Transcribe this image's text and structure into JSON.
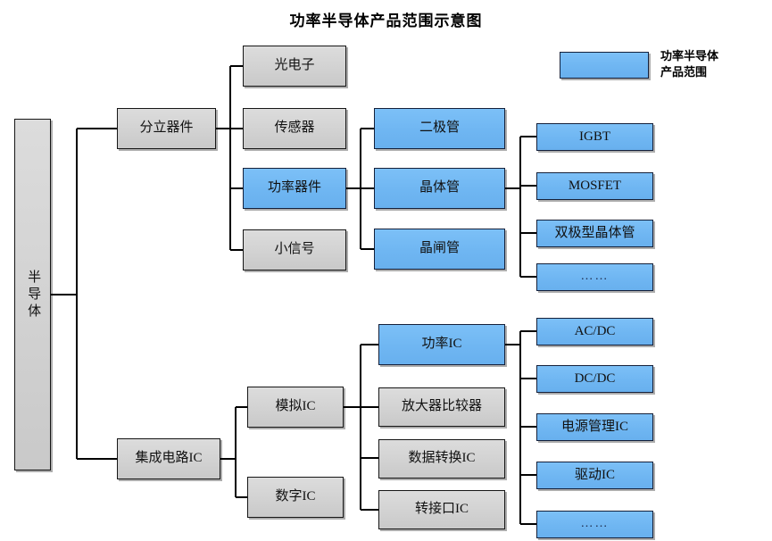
{
  "title": "功率半导体产品范围示意图",
  "legend": {
    "swatch_name": "blue-swatch",
    "line1": "功率半导体",
    "line2": "产品范围",
    "color": "#6fb6f2"
  },
  "colors": {
    "blue_fill": "#6fb6f2",
    "gray_fill": "#d2d2d2",
    "border": "#1a1a2e",
    "wire": "#000000",
    "background": "#ffffff"
  },
  "nodes": {
    "root": {
      "label": "半导体",
      "style": "gray"
    },
    "l1": [
      {
        "label": "分立器件",
        "style": "gray"
      },
      {
        "label": "集成电路IC",
        "style": "gray"
      }
    ],
    "discrete_children": [
      {
        "label": "光电子",
        "style": "gray"
      },
      {
        "label": "传感器",
        "style": "gray"
      },
      {
        "label": "功率器件",
        "style": "blue"
      },
      {
        "label": "小信号",
        "style": "gray"
      }
    ],
    "power_device_children": [
      {
        "label": "二极管",
        "style": "blue"
      },
      {
        "label": "晶体管",
        "style": "blue"
      },
      {
        "label": "晶闸管",
        "style": "blue"
      }
    ],
    "transistor_children": [
      {
        "label": "IGBT",
        "style": "blue"
      },
      {
        "label": "MOSFET",
        "style": "blue"
      },
      {
        "label": "双极型晶体管",
        "style": "blue"
      },
      {
        "label": "……",
        "style": "blue"
      }
    ],
    "ic_children": [
      {
        "label": "模拟IC",
        "style": "gray"
      },
      {
        "label": "数字IC",
        "style": "gray"
      }
    ],
    "analog_ic_children": [
      {
        "label": "功率IC",
        "style": "blue"
      },
      {
        "label": "放大器比较器",
        "style": "gray"
      },
      {
        "label": "数据转换IC",
        "style": "gray"
      },
      {
        "label": "转接口IC",
        "style": "gray"
      }
    ],
    "power_ic_children": [
      {
        "label": "AC/DC",
        "style": "blue"
      },
      {
        "label": "DC/DC",
        "style": "blue"
      },
      {
        "label": "电源管理IC",
        "style": "blue"
      },
      {
        "label": "驱动IC",
        "style": "blue"
      },
      {
        "label": "……",
        "style": "blue"
      }
    ]
  }
}
